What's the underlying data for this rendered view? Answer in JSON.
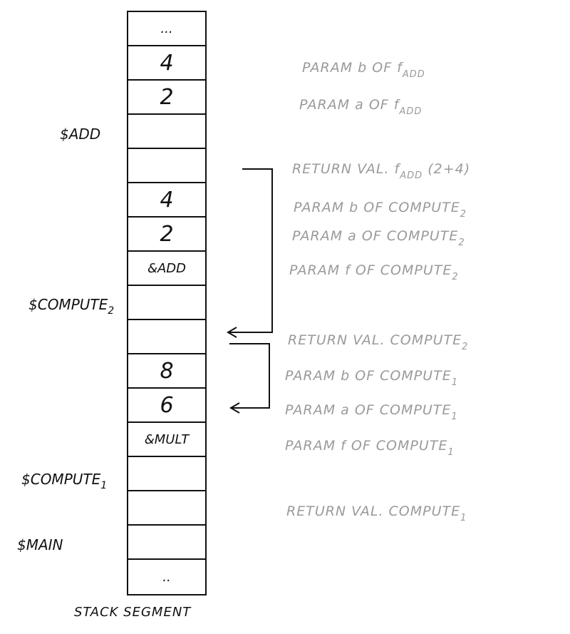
{
  "stack_cells": [
    {
      "text": "...",
      "small": true
    },
    {
      "text": "4"
    },
    {
      "text": "2"
    },
    {
      "text": ""
    },
    {
      "text": ""
    },
    {
      "text": "4"
    },
    {
      "text": "2"
    },
    {
      "text": "&ADD",
      "small": true
    },
    {
      "text": ""
    },
    {
      "text": ""
    },
    {
      "text": "8"
    },
    {
      "text": "6"
    },
    {
      "text": "&MULT",
      "small": true
    },
    {
      "text": ""
    },
    {
      "text": ""
    },
    {
      "text": ""
    },
    {
      "text": "..",
      "small": true
    }
  ],
  "frames": {
    "add": {
      "label": "$ADD"
    },
    "compute2": {
      "label": "$COMPUTE",
      "sub": "2"
    },
    "compute1": {
      "label": "$COMPUTE",
      "sub": "1"
    },
    "main": {
      "label": "$MAIN"
    }
  },
  "notes": [
    {
      "text": "PARAM b OF f",
      "sub": "ADD"
    },
    {
      "text": "PARAM a OF f",
      "sub": "ADD"
    },
    {
      "text": "RETURN VAL. f",
      "sub": "ADD",
      "tail": " (2+4)"
    },
    {
      "text": "PARAM b OF COMPUTE",
      "sub": "2"
    },
    {
      "text": "PARAM a OF COMPUTE",
      "sub": "2"
    },
    {
      "text": "PARAM f OF COMPUTE",
      "sub": "2"
    },
    {
      "text": "RETURN VAL. COMPUTE",
      "sub": "2"
    },
    {
      "text": "PARAM b OF COMPUTE",
      "sub": "1"
    },
    {
      "text": "PARAM a OF COMPUTE",
      "sub": "1"
    },
    {
      "text": "PARAM f OF COMPUTE",
      "sub": "1"
    },
    {
      "text": "RETURN VAL. COMPUTE",
      "sub": "1"
    }
  ],
  "caption": "STACK SEGMENT",
  "colors": {
    "ink": "#111111",
    "annotation": "#9a9a9a"
  }
}
